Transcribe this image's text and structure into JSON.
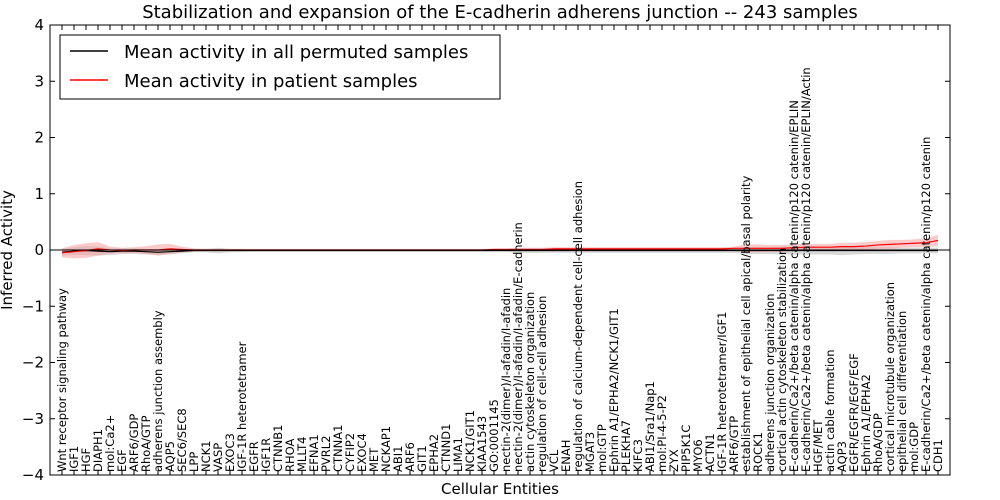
{
  "chart_data": {
    "type": "line",
    "title": "Stabilization and expansion of the E-cadherin adherens junction -- 243 samples",
    "xlabel": "Cellular Entities",
    "ylabel": "Inferred Activity",
    "ylim": [
      -4,
      4
    ],
    "yticks": [
      -4,
      -3,
      -2,
      -1,
      0,
      1,
      2,
      3,
      4
    ],
    "legend_position": "top-left",
    "categories": [
      "Wnt receptor signaling pathway",
      "IGF1",
      "HGF",
      "DIAPH1",
      "mol:Ca2+",
      "EGF",
      "ARF6/GDP",
      "RhoA/GTP",
      "adherens junction assembly",
      "AQP5",
      "SEC6/SEC8",
      "LPP",
      "NCK1",
      "VASP",
      "EXOC3",
      "IGF-1R heterotetramer",
      "EGFR",
      "IGF1R",
      "CTNNB1",
      "RHOA",
      "MLLT4",
      "EFNA1",
      "PVRL2",
      "CTNNA1",
      "CYFIP2",
      "EXOC4",
      "MET",
      "NCKAP1",
      "ABI1",
      "ARF6",
      "GIT1",
      "EPHA2",
      "CTNND1",
      "LIMA1",
      "NCK1/GIT1",
      "KIAA1543",
      "GO:0001145",
      "nectin-2(dimer)/I-afadin/I-afadin",
      "nectin-2(dimer)/I-afadin/I-afadin/E-cadherin",
      "actin cytoskeleton organization",
      "regulation of cell-cell adhesion",
      "VCL",
      "ENAH",
      "regulation of calcium-dependent cell-cell adhesion",
      "MGAT3",
      "mol:GTP",
      "Ephrin A1/EPHA2/NCK1/GIT1",
      "PLEKHA7",
      "KIFC3",
      "ABI1/Sra1/Nap1",
      "mol:PI-4-5-P2",
      "ZYX",
      "PIP5K1C",
      "MYO6",
      "ACTN1",
      "IGF-1R heterotetramer/IGF1",
      "ARF6/GTP",
      "establishment of epithelial cell apical/basal polarity",
      "ROCK1",
      "adherens junction organization",
      "cortical actin cytoskeleton stabilization",
      "E-cadherin/Ca2+/beta catenin/alpha catenin/p120 catenin/EPLIN",
      "E-cadherin/Ca2+/beta catenin/alpha catenin/p120 catenin/EPLIN/Actin",
      "HGF/MET",
      "actin cable formation",
      "AQP3",
      "EGFR/EGFR/EGF/EGF",
      "Ephrin A1/EPHA2",
      "RhoA/GDP",
      "cortical microtubule organization",
      "epithelial cell differentiation",
      "mol:GDP",
      "E-cadherin/Ca2+/beta catenin/alpha catenin/p120 catenin",
      "CDH1"
    ],
    "series": [
      {
        "name": "Mean activity in all permuted samples",
        "color": "#000000",
        "band_color": "#c8c8c8",
        "values": [
          -0.04,
          -0.02,
          -0.01,
          -0.02,
          -0.03,
          -0.02,
          -0.02,
          -0.03,
          -0.04,
          -0.03,
          -0.02,
          -0.01,
          -0.01,
          -0.01,
          -0.01,
          -0.01,
          -0.01,
          -0.01,
          -0.01,
          -0.01,
          -0.01,
          -0.01,
          -0.01,
          -0.01,
          -0.01,
          -0.01,
          -0.01,
          -0.01,
          -0.01,
          -0.01,
          -0.01,
          -0.01,
          -0.01,
          -0.01,
          -0.01,
          -0.01,
          -0.01,
          -0.01,
          -0.01,
          -0.01,
          -0.01,
          -0.01,
          -0.01,
          -0.01,
          -0.01,
          -0.01,
          -0.01,
          -0.01,
          -0.01,
          -0.01,
          -0.01,
          -0.01,
          -0.01,
          -0.01,
          -0.01,
          -0.01,
          -0.01,
          -0.01,
          -0.01,
          -0.01,
          -0.01,
          -0.01,
          -0.01,
          -0.01,
          -0.01,
          -0.01,
          -0.01,
          -0.01,
          -0.01,
          -0.01,
          -0.01,
          -0.01,
          -0.01,
          -0.01
        ],
        "band": [
          0.06,
          0.07,
          0.08,
          0.08,
          0.06,
          0.05,
          0.05,
          0.05,
          0.05,
          0.05,
          0.04,
          0.03,
          0.03,
          0.05,
          0.03,
          0.03,
          0.02,
          0.02,
          0.02,
          0.02,
          0.02,
          0.02,
          0.02,
          0.02,
          0.02,
          0.02,
          0.02,
          0.02,
          0.02,
          0.02,
          0.02,
          0.02,
          0.02,
          0.02,
          0.02,
          0.02,
          0.02,
          0.02,
          0.04,
          0.04,
          0.04,
          0.04,
          0.04,
          0.04,
          0.04,
          0.04,
          0.04,
          0.04,
          0.04,
          0.04,
          0.04,
          0.04,
          0.04,
          0.04,
          0.04,
          0.04,
          0.04,
          0.06,
          0.06,
          0.06,
          0.07,
          0.07,
          0.07,
          0.07,
          0.07,
          0.08,
          0.07,
          0.06,
          0.06,
          0.06,
          0.05,
          0.05,
          0.05,
          0.05
        ]
      },
      {
        "name": "Mean activity in patient samples",
        "color": "#ff0000",
        "band_color": "#f4a0a0",
        "values": [
          -0.05,
          -0.03,
          -0.01,
          0.02,
          0.0,
          -0.01,
          0.0,
          0.0,
          0.0,
          0.02,
          0.01,
          0.0,
          0.0,
          0.0,
          0.0,
          0.0,
          0.0,
          0.0,
          0.0,
          0.0,
          0.0,
          0.0,
          0.0,
          0.0,
          0.0,
          0.0,
          0.0,
          0.0,
          0.0,
          0.0,
          0.0,
          0.0,
          0.0,
          0.0,
          0.0,
          0.0,
          0.01,
          0.01,
          0.01,
          0.01,
          0.01,
          0.02,
          0.02,
          0.02,
          0.02,
          0.02,
          0.02,
          0.02,
          0.02,
          0.02,
          0.02,
          0.02,
          0.02,
          0.02,
          0.02,
          0.02,
          0.03,
          0.03,
          0.03,
          0.03,
          0.03,
          0.04,
          0.05,
          0.05,
          0.05,
          0.06,
          0.06,
          0.07,
          0.09,
          0.1,
          0.11,
          0.12,
          0.13,
          0.17
        ],
        "band": [
          0.08,
          0.12,
          0.13,
          0.12,
          0.06,
          0.05,
          0.05,
          0.07,
          0.1,
          0.09,
          0.05,
          0.03,
          0.02,
          0.02,
          0.02,
          0.02,
          0.02,
          0.02,
          0.02,
          0.02,
          0.02,
          0.02,
          0.02,
          0.02,
          0.02,
          0.02,
          0.02,
          0.02,
          0.02,
          0.02,
          0.02,
          0.02,
          0.02,
          0.02,
          0.02,
          0.02,
          0.02,
          0.02,
          0.03,
          0.03,
          0.03,
          0.03,
          0.03,
          0.03,
          0.03,
          0.03,
          0.03,
          0.03,
          0.03,
          0.03,
          0.03,
          0.03,
          0.03,
          0.03,
          0.03,
          0.03,
          0.03,
          0.07,
          0.07,
          0.06,
          0.06,
          0.06,
          0.06,
          0.06,
          0.06,
          0.07,
          0.07,
          0.07,
          0.07,
          0.08,
          0.07,
          0.07,
          0.08,
          0.1
        ]
      }
    ]
  }
}
